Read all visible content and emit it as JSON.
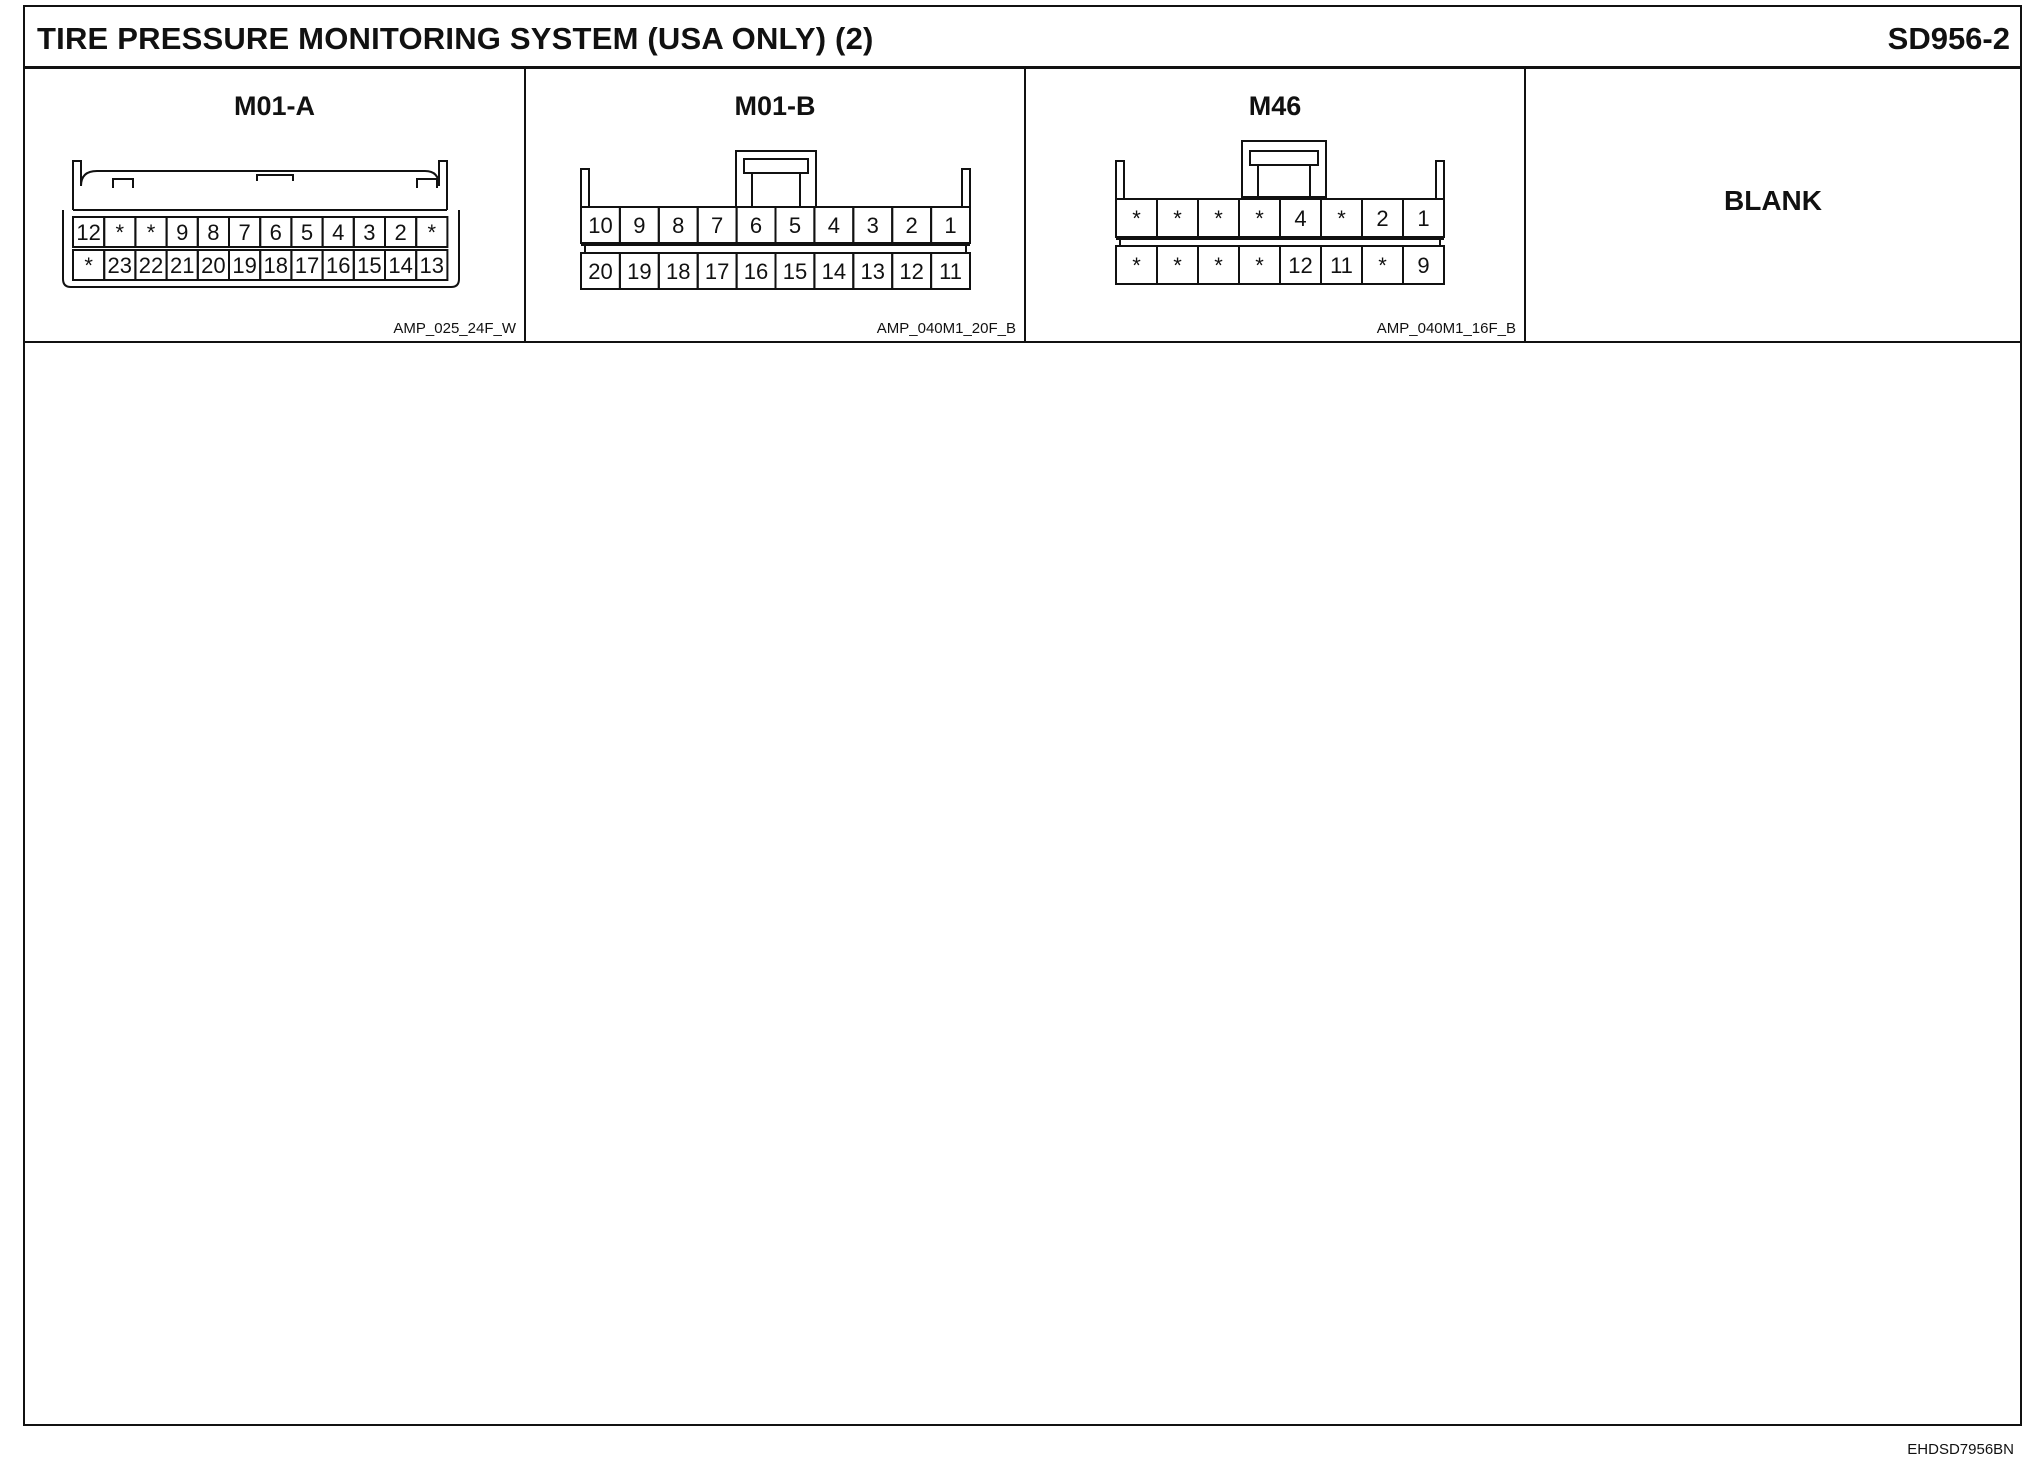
{
  "header": {
    "title": "TIRE PRESSURE MONITORING SYSTEM (USA ONLY) (2)",
    "code": "SD956-2"
  },
  "connectors": [
    {
      "name": "M01-A",
      "part": "AMP_025_24F_W",
      "top_row": [
        "12",
        "*",
        "*",
        "9",
        "8",
        "7",
        "6",
        "5",
        "4",
        "3",
        "2",
        "*"
      ],
      "bottom_row": [
        "*",
        "23",
        "22",
        "21",
        "20",
        "19",
        "18",
        "17",
        "16",
        "15",
        "14",
        "13"
      ]
    },
    {
      "name": "M01-B",
      "part": "AMP_040M1_20F_B",
      "top_row": [
        "10",
        "9",
        "8",
        "7",
        "6",
        "5",
        "4",
        "3",
        "2",
        "1"
      ],
      "bottom_row": [
        "20",
        "19",
        "18",
        "17",
        "16",
        "15",
        "14",
        "13",
        "12",
        "11"
      ]
    },
    {
      "name": "M46",
      "part": "AMP_040M1_16F_B",
      "top_row": [
        "*",
        "*",
        "*",
        "*",
        "4",
        "*",
        "2",
        "1"
      ],
      "bottom_row": [
        "*",
        "*",
        "*",
        "*",
        "12",
        "11",
        "*",
        "9"
      ]
    }
  ],
  "blank_panel": {
    "label": "BLANK"
  },
  "footer": {
    "doc_id": "EHDSD7956BN"
  }
}
